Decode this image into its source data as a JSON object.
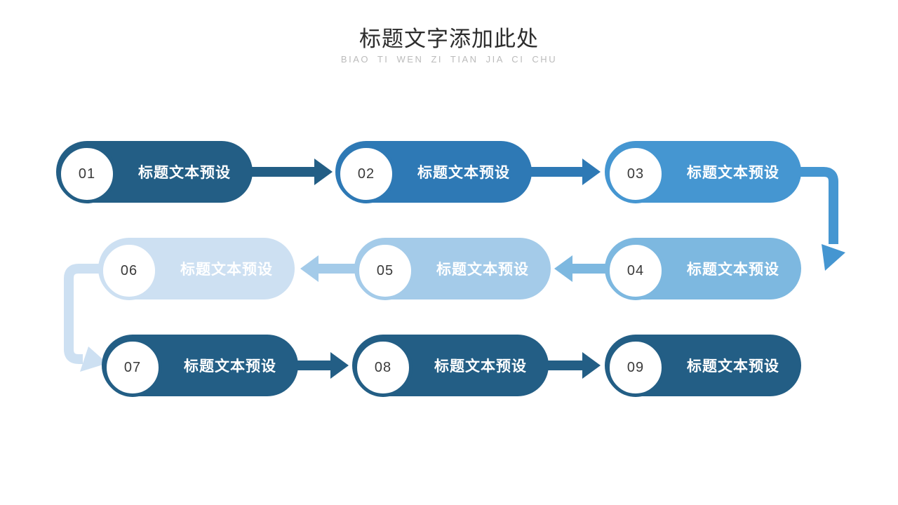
{
  "header": {
    "title": "标题文字添加此处",
    "subtitle": "BIAO TI WEN ZI TIAN JIA CI CHU",
    "title_color": "#2D2D2D",
    "subtitle_color": "#BBBBBB"
  },
  "steps": [
    {
      "number": "01",
      "label": "标题文本预设",
      "color": "#235E85",
      "text_color": "#FFFFFF"
    },
    {
      "number": "02",
      "label": "标题文本预设",
      "color": "#2E79B5",
      "text_color": "#FFFFFF"
    },
    {
      "number": "03",
      "label": "标题文本预设",
      "color": "#4596D1",
      "text_color": "#FFFFFF"
    },
    {
      "number": "04",
      "label": "标题文本预设",
      "color": "#7DB8E0",
      "text_color": "#FFFFFF"
    },
    {
      "number": "05",
      "label": "标题文本预设",
      "color": "#A4CBE9",
      "text_color": "#FFFFFF"
    },
    {
      "number": "06",
      "label": "标题文本预设",
      "color": "#CDE0F2",
      "text_color": "#FFFFFF"
    },
    {
      "number": "07",
      "label": "标题文本预设",
      "color": "#235E85",
      "text_color": "#FFFFFF"
    },
    {
      "number": "08",
      "label": "标题文本预设",
      "color": "#235E85",
      "text_color": "#FFFFFF"
    },
    {
      "number": "09",
      "label": "标题文本预设",
      "color": "#235E85",
      "text_color": "#FFFFFF"
    }
  ],
  "connectors": [
    {
      "from": "01",
      "to": "02",
      "type": "straight-right",
      "color": "#235E85"
    },
    {
      "from": "02",
      "to": "03",
      "type": "straight-right",
      "color": "#2E79B5"
    },
    {
      "from": "03",
      "to": "04",
      "type": "elbow-down-right",
      "color": "#4596D1"
    },
    {
      "from": "04",
      "to": "05",
      "type": "straight-left",
      "color": "#7DB8E0"
    },
    {
      "from": "05",
      "to": "06",
      "type": "straight-left",
      "color": "#A4CBE9"
    },
    {
      "from": "06",
      "to": "07",
      "type": "elbow-down-left",
      "color": "#CDE0F2"
    },
    {
      "from": "07",
      "to": "08",
      "type": "straight-right",
      "color": "#235E85"
    },
    {
      "from": "08",
      "to": "09",
      "type": "straight-right",
      "color": "#235E85"
    }
  ],
  "circle": {
    "fill": "#FFFFFF",
    "number_color": "#3A3A3A"
  },
  "background": "#FFFFFF"
}
